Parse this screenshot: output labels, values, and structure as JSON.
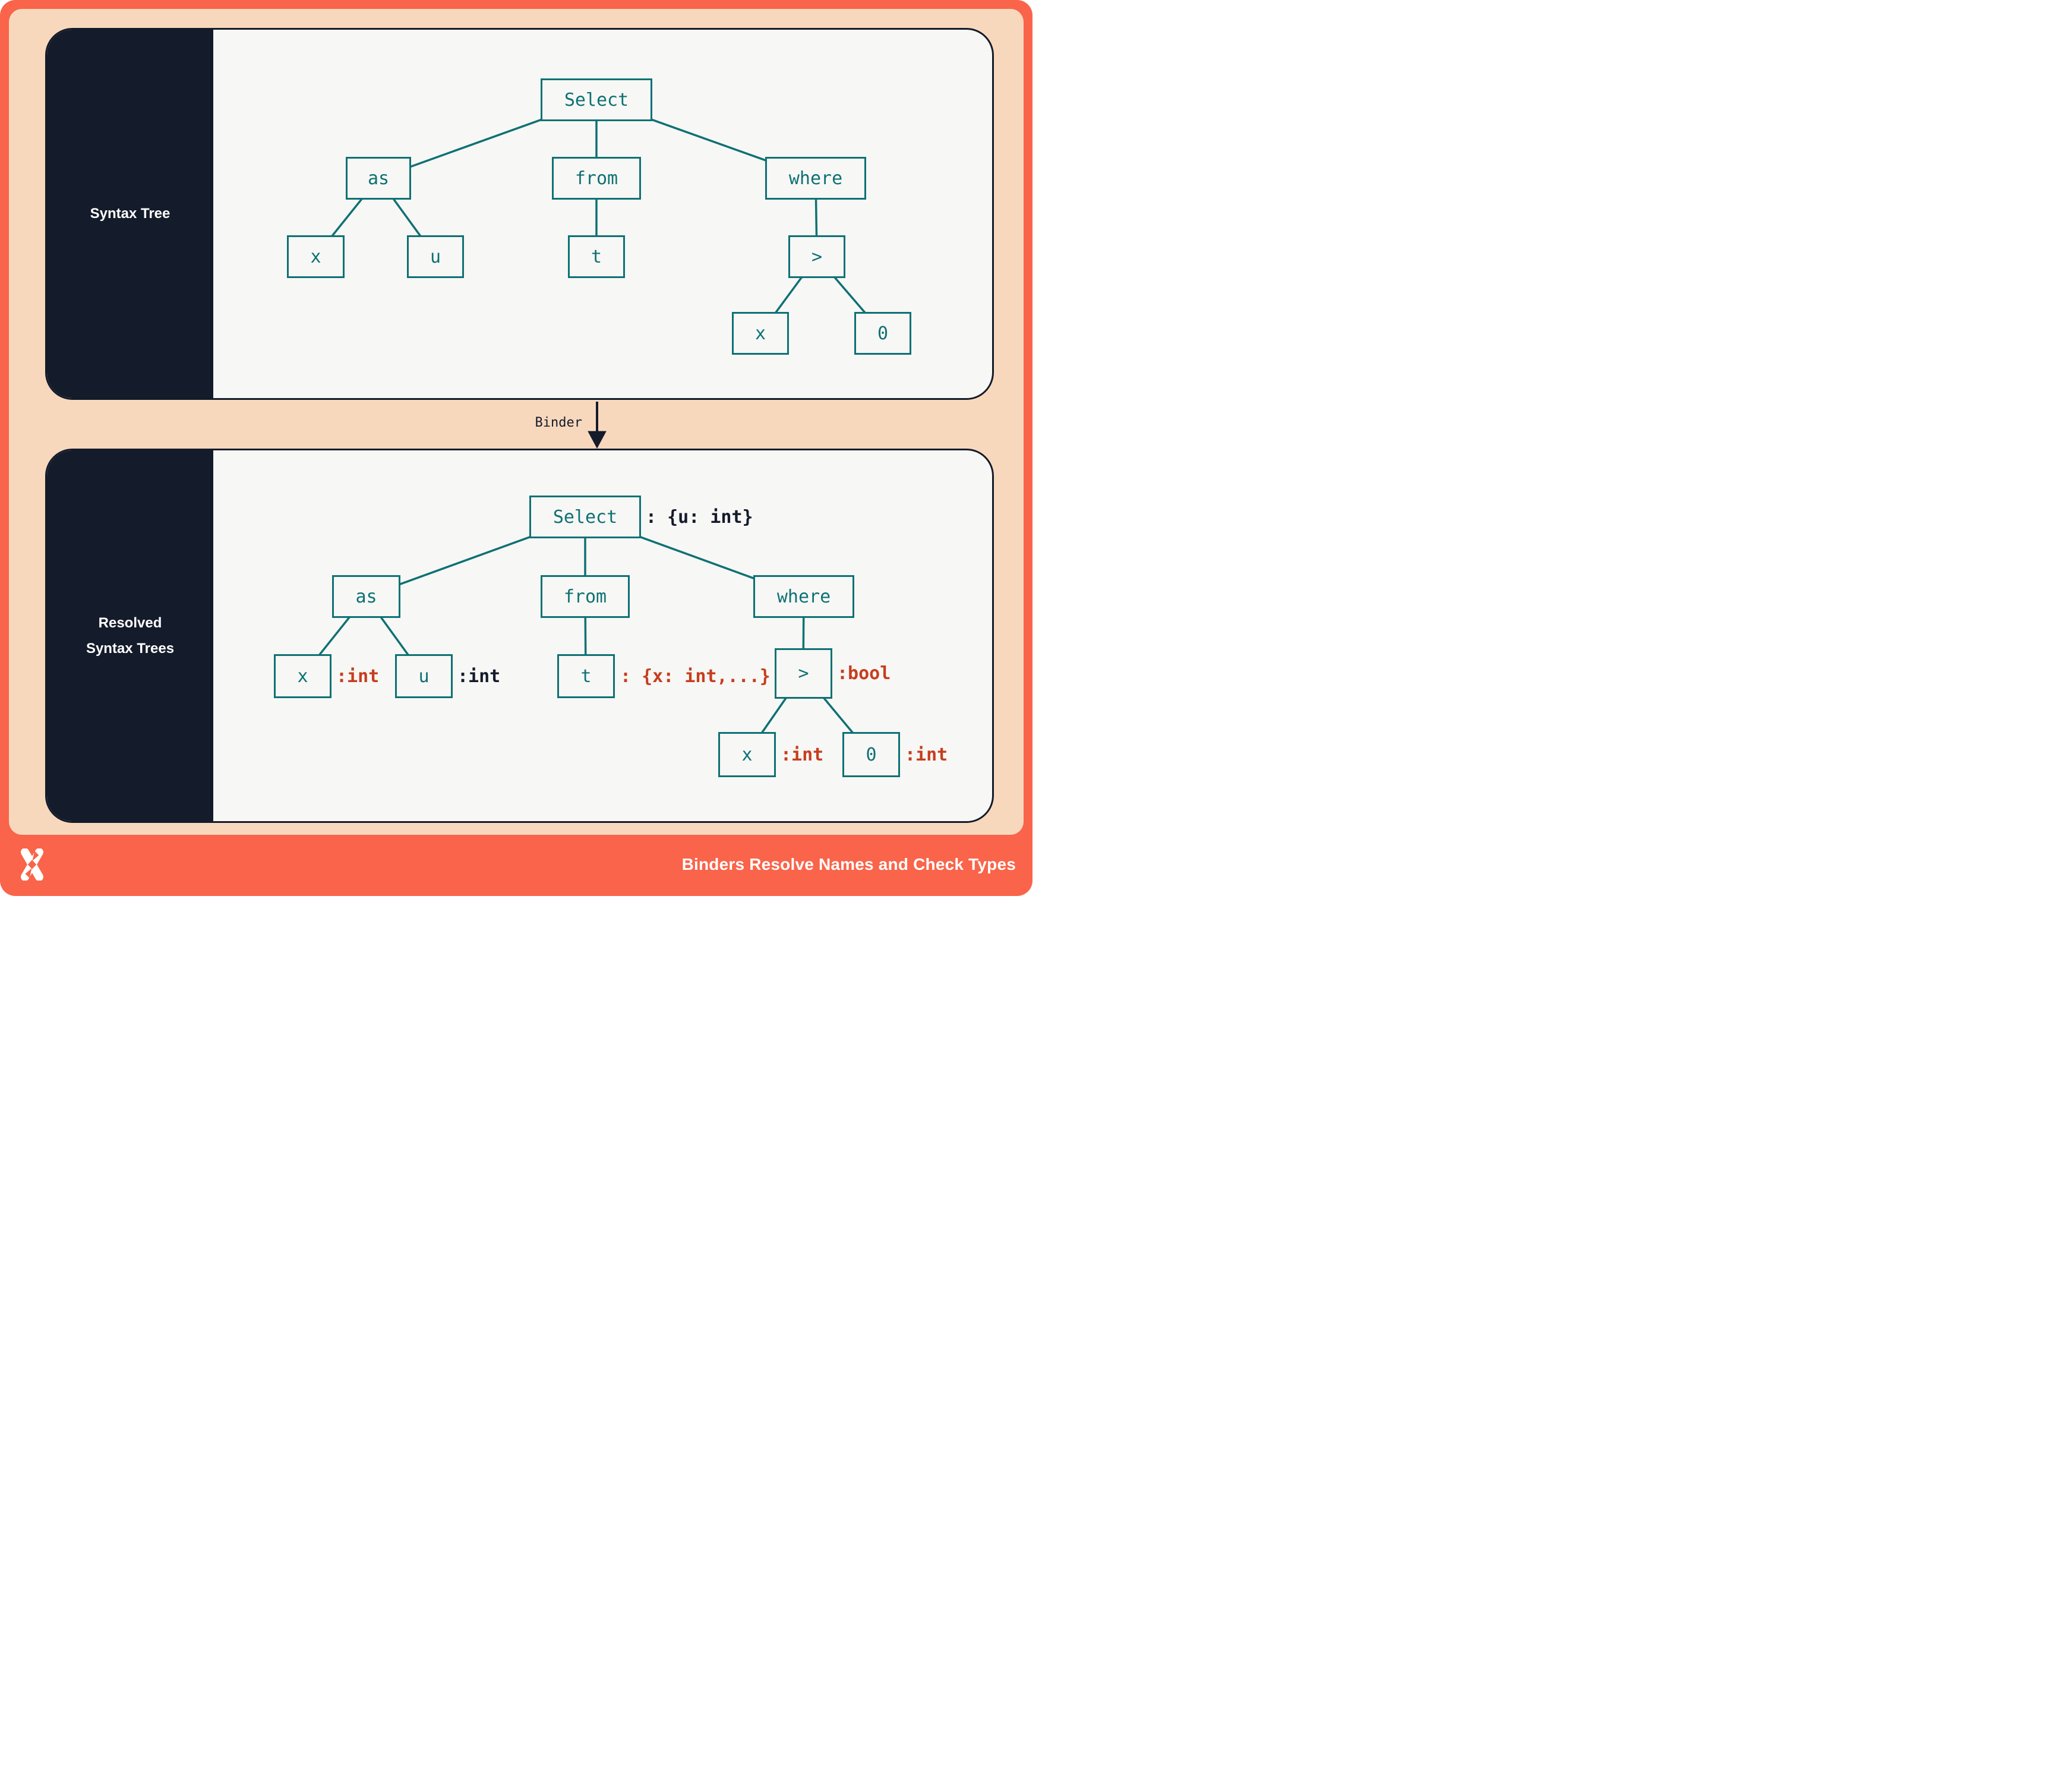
{
  "colors": {
    "frame_orange": "#F9644A",
    "background_peach": "#F8D8BD",
    "panel_white": "#F7F7F5",
    "ink_navy": "#141B2A",
    "node_teal": "#0E7174",
    "type_red": "#C73D1E"
  },
  "syntax_tree_panel": {
    "title": "Syntax Tree",
    "nodes": {
      "select": "Select",
      "as": "as",
      "from": "from",
      "where": "where",
      "x_left": "x",
      "u": "u",
      "t": "t",
      "gt": ">",
      "x_right": "x",
      "zero": "0"
    }
  },
  "binder": {
    "label": "Binder",
    "arrow_icon": "down-arrow"
  },
  "resolved_panel": {
    "title_line1": "Resolved",
    "title_line2": "Syntax Trees",
    "nodes": {
      "select": "Select",
      "as": "as",
      "from": "from",
      "where": "where",
      "x_left": "x",
      "u": "u",
      "t": "t",
      "gt": ">",
      "x_right": "x",
      "zero": "0"
    },
    "types": {
      "select": {
        "text": ": {u: int}",
        "color": "navy"
      },
      "x_left": {
        "text": ":int",
        "color": "red"
      },
      "u": {
        "text": ":int",
        "color": "navy"
      },
      "t": {
        "text": ": {x: int,...}",
        "color": "red"
      },
      "gt": {
        "text": ":bool",
        "color": "red"
      },
      "x_right": {
        "text": ":int",
        "color": "red"
      },
      "zero": {
        "text": ":int",
        "color": "red"
      }
    }
  },
  "footer": {
    "caption": "Binders Resolve Names and Check Types",
    "logo_icon": "x-mark-logo"
  }
}
